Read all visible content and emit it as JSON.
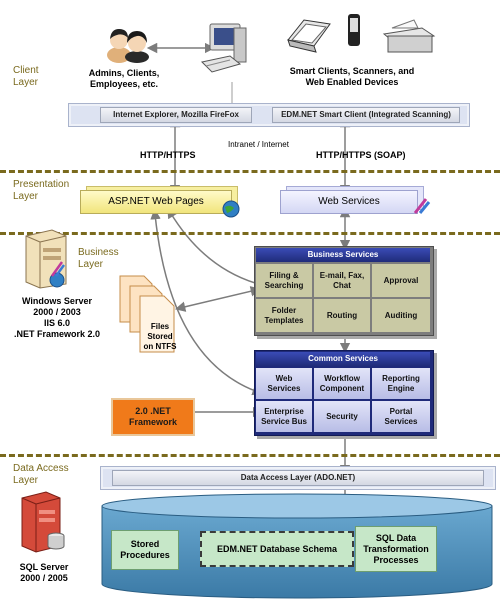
{
  "layers": {
    "client": "Client\nLayer",
    "presentation": "Presentation\nLayer",
    "business": "Business\nLayer",
    "data_access": "Data Access\nLayer"
  },
  "client": {
    "users_label": "Admins, Clients,\nEmployees, etc.",
    "devices_label": "Smart Clients, Scanners, and\nWeb Enabled Devices",
    "browser_bar": "Internet Explorer, Mozilla FireFox",
    "smart_client_bar": "EDM.NET Smart Client (Integrated Scanning)"
  },
  "protocols": {
    "left": "HTTP/HTTPS",
    "middle": "Intranet / Internet",
    "right": "HTTP/HTTPS (SOAP)"
  },
  "presentation": {
    "web_pages": "ASP.NET Web Pages",
    "web_services": "Web Services"
  },
  "server": {
    "windows_label": "Windows Server\n2000 / 2003\nIIS 6.0\n.NET Framework 2.0",
    "files_label": "Files\nStored\non NTFS",
    "framework_label": "2.0 .NET\nFramework"
  },
  "business_services": {
    "title": "Business Services",
    "cells": [
      "Filing &\nSearching",
      "E-mail, Fax,\nChat",
      "Approval",
      "Folder\nTemplates",
      "Routing",
      "Auditing"
    ]
  },
  "common_services": {
    "title": "Common Services",
    "cells": [
      "Web\nServices",
      "Workflow\nComponent",
      "Reporting\nEngine",
      "Enterprise\nService Bus",
      "Security",
      "Portal\nServices"
    ]
  },
  "data_access": {
    "bar": "Data Access Layer (ADO.NET)",
    "stored_procedures": "Stored\nProcedures",
    "schema": "EDM.NET Database Schema",
    "sql_dts": "SQL Data\nTransformation\nProcesses",
    "sql_server_label": "SQL Server\n2000 / 2005"
  },
  "colors": {
    "layer_label": "#7a6a1e",
    "service_header": "#2b3a9c",
    "service_cell": "#c9c9a4",
    "framework_box": "#f07a1a",
    "database": "#4f8fb6",
    "db_box": "#c6e7c8"
  }
}
